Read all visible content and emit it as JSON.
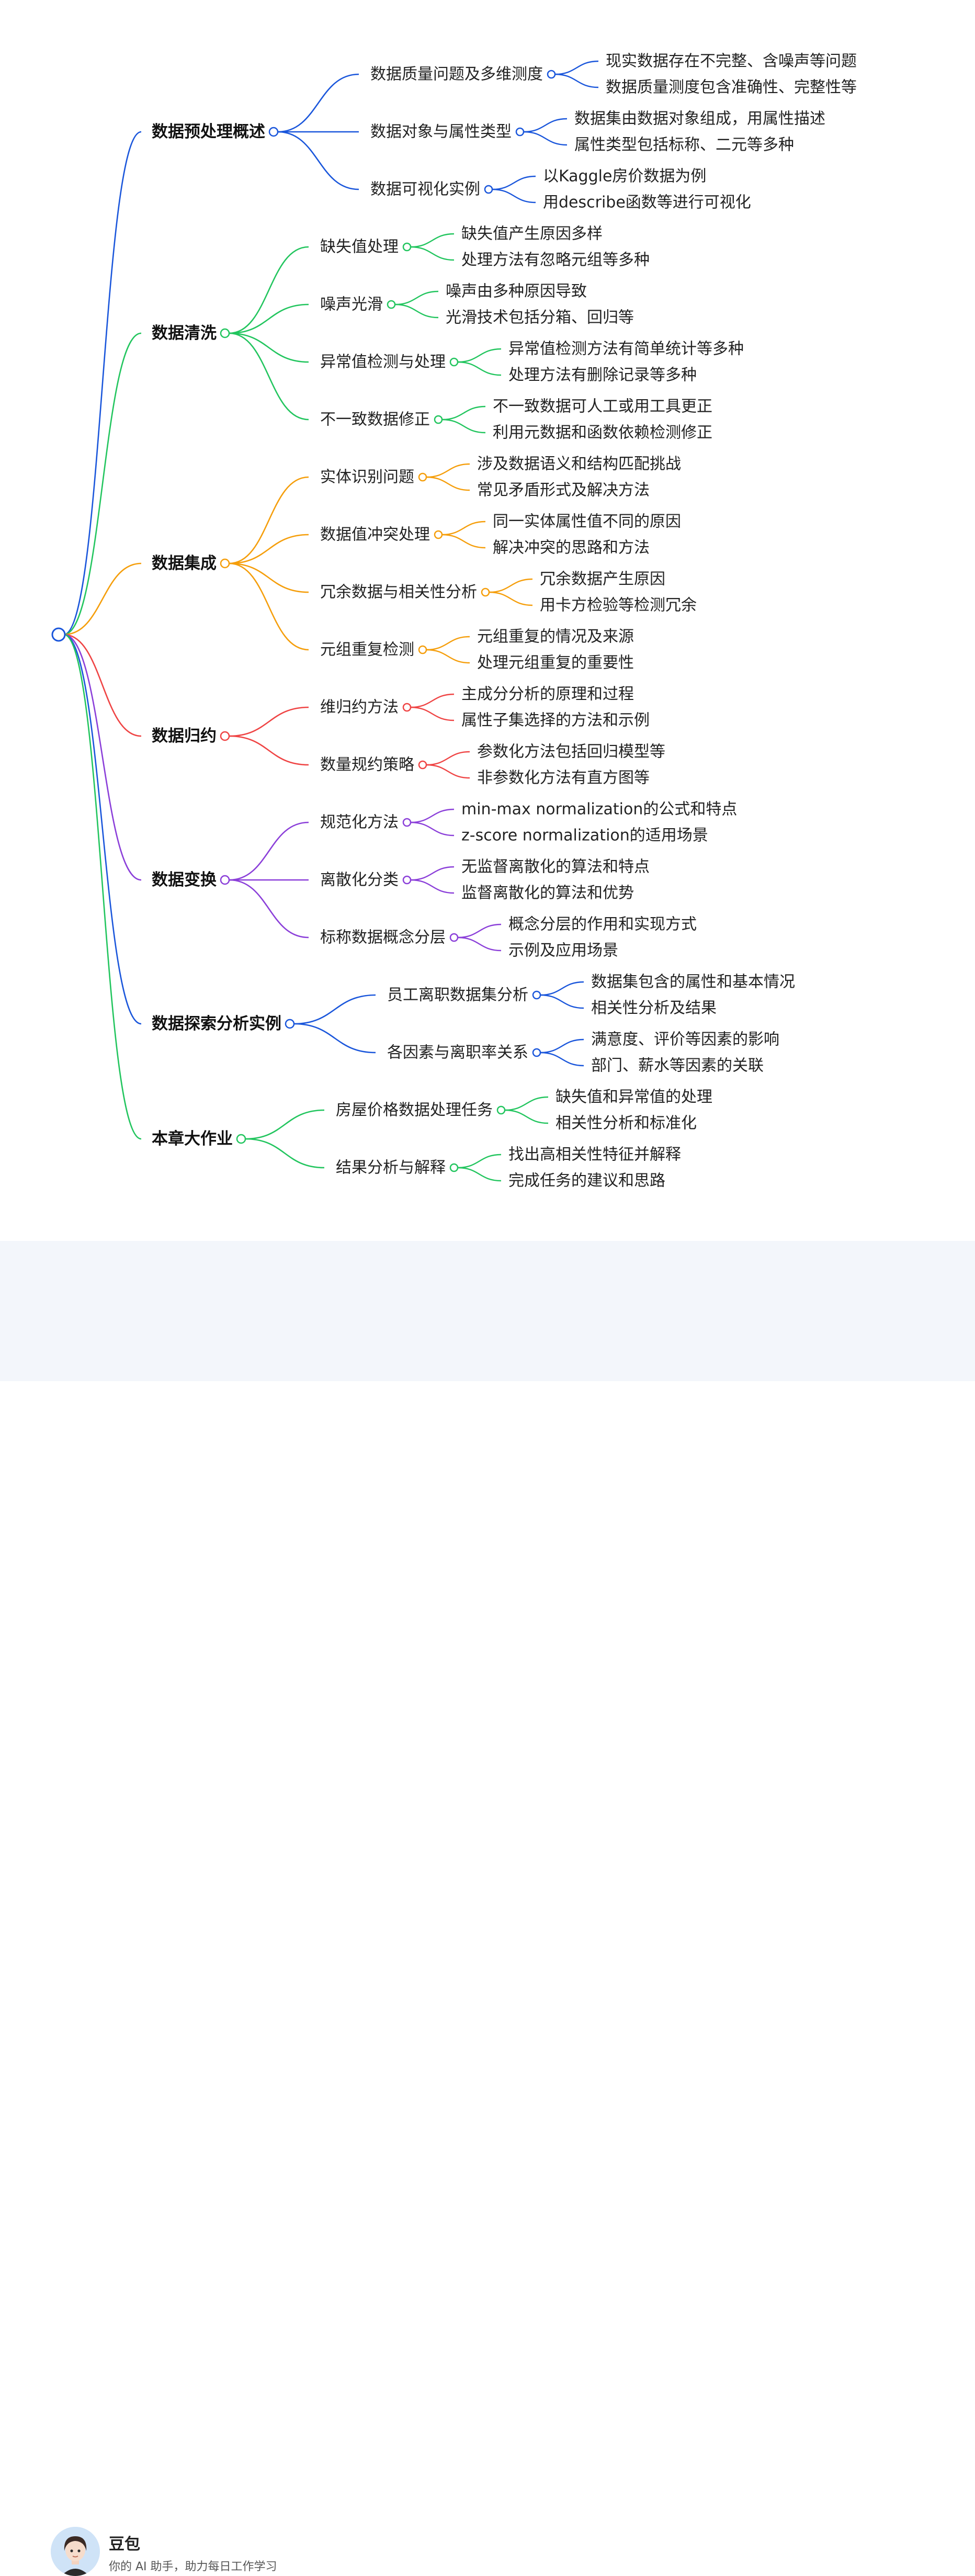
{
  "colors": {
    "blue": "#1a56db",
    "green": "#22c55e",
    "orange": "#f59e0b",
    "red": "#ef4444",
    "purple": "#8b3fd9"
  },
  "mindmap": {
    "branches": [
      {
        "label": "数据预处理概述",
        "color": "blue",
        "children": [
          {
            "label": "数据质量问题及多维测度",
            "leaves": [
              "现实数据存在不完整、含噪声等问题",
              "数据质量测度包含准确性、完整性等"
            ]
          },
          {
            "label": "数据对象与属性类型",
            "leaves": [
              "数据集由数据对象组成，用属性描述",
              "属性类型包括标称、二元等多种"
            ]
          },
          {
            "label": "数据可视化实例",
            "leaves": [
              "以Kaggle房价数据为例",
              "用describe函数等进行可视化"
            ]
          }
        ]
      },
      {
        "label": "数据清洗",
        "color": "green",
        "children": [
          {
            "label": "缺失值处理",
            "leaves": [
              "缺失值产生原因多样",
              "处理方法有忽略元组等多种"
            ]
          },
          {
            "label": "噪声光滑",
            "leaves": [
              "噪声由多种原因导致",
              "光滑技术包括分箱、回归等"
            ]
          },
          {
            "label": "异常值检测与处理",
            "leaves": [
              "异常值检测方法有简单统计等多种",
              "处理方法有删除记录等多种"
            ]
          },
          {
            "label": "不一致数据修正",
            "leaves": [
              "不一致数据可人工或用工具更正",
              "利用元数据和函数依赖检测修正"
            ]
          }
        ]
      },
      {
        "label": "数据集成",
        "color": "orange",
        "children": [
          {
            "label": "实体识别问题",
            "leaves": [
              "涉及数据语义和结构匹配挑战",
              "常见矛盾形式及解决方法"
            ]
          },
          {
            "label": "数据值冲突处理",
            "leaves": [
              "同一实体属性值不同的原因",
              "解决冲突的思路和方法"
            ]
          },
          {
            "label": "冗余数据与相关性分析",
            "leaves": [
              "冗余数据产生原因",
              "用卡方检验等检测冗余"
            ]
          },
          {
            "label": "元组重复检测",
            "leaves": [
              "元组重复的情况及来源",
              "处理元组重复的重要性"
            ]
          }
        ]
      },
      {
        "label": "数据归约",
        "color": "red",
        "children": [
          {
            "label": "维归约方法",
            "leaves": [
              "主成分分析的原理和过程",
              "属性子集选择的方法和示例"
            ]
          },
          {
            "label": "数量规约策略",
            "leaves": [
              "参数化方法包括回归模型等",
              "非参数化方法有直方图等"
            ]
          }
        ]
      },
      {
        "label": "数据变换",
        "color": "purple",
        "children": [
          {
            "label": "规范化方法",
            "leaves": [
              "min-max normalization的公式和特点",
              "z-score normalization的适用场景"
            ]
          },
          {
            "label": "离散化分类",
            "leaves": [
              "无监督离散化的算法和特点",
              "监督离散化的算法和优势"
            ]
          },
          {
            "label": "标称数据概念分层",
            "leaves": [
              "概念分层的作用和实现方式",
              "示例及应用场景"
            ]
          }
        ]
      },
      {
        "label": "数据探索分析实例",
        "color": "blue",
        "children": [
          {
            "label": "员工离职数据集分析",
            "leaves": [
              "数据集包含的属性和基本情况",
              "相关性分析及结果"
            ]
          },
          {
            "label": "各因素与离职率关系",
            "leaves": [
              "满意度、评价等因素的影响",
              "部门、薪水等因素的关联"
            ]
          }
        ]
      },
      {
        "label": "本章大作业",
        "color": "green",
        "children": [
          {
            "label": "房屋价格数据处理任务",
            "leaves": [
              "缺失值和异常值的处理",
              "相关性分析和标准化"
            ]
          },
          {
            "label": "结果分析与解释",
            "leaves": [
              "找出高相关性特征并解释",
              "完成任务的建议和思路"
            ]
          }
        ]
      }
    ]
  },
  "footer": {
    "brand_name": "豆包",
    "slogan": "你的 AI 助手，助力每日工作学习"
  }
}
